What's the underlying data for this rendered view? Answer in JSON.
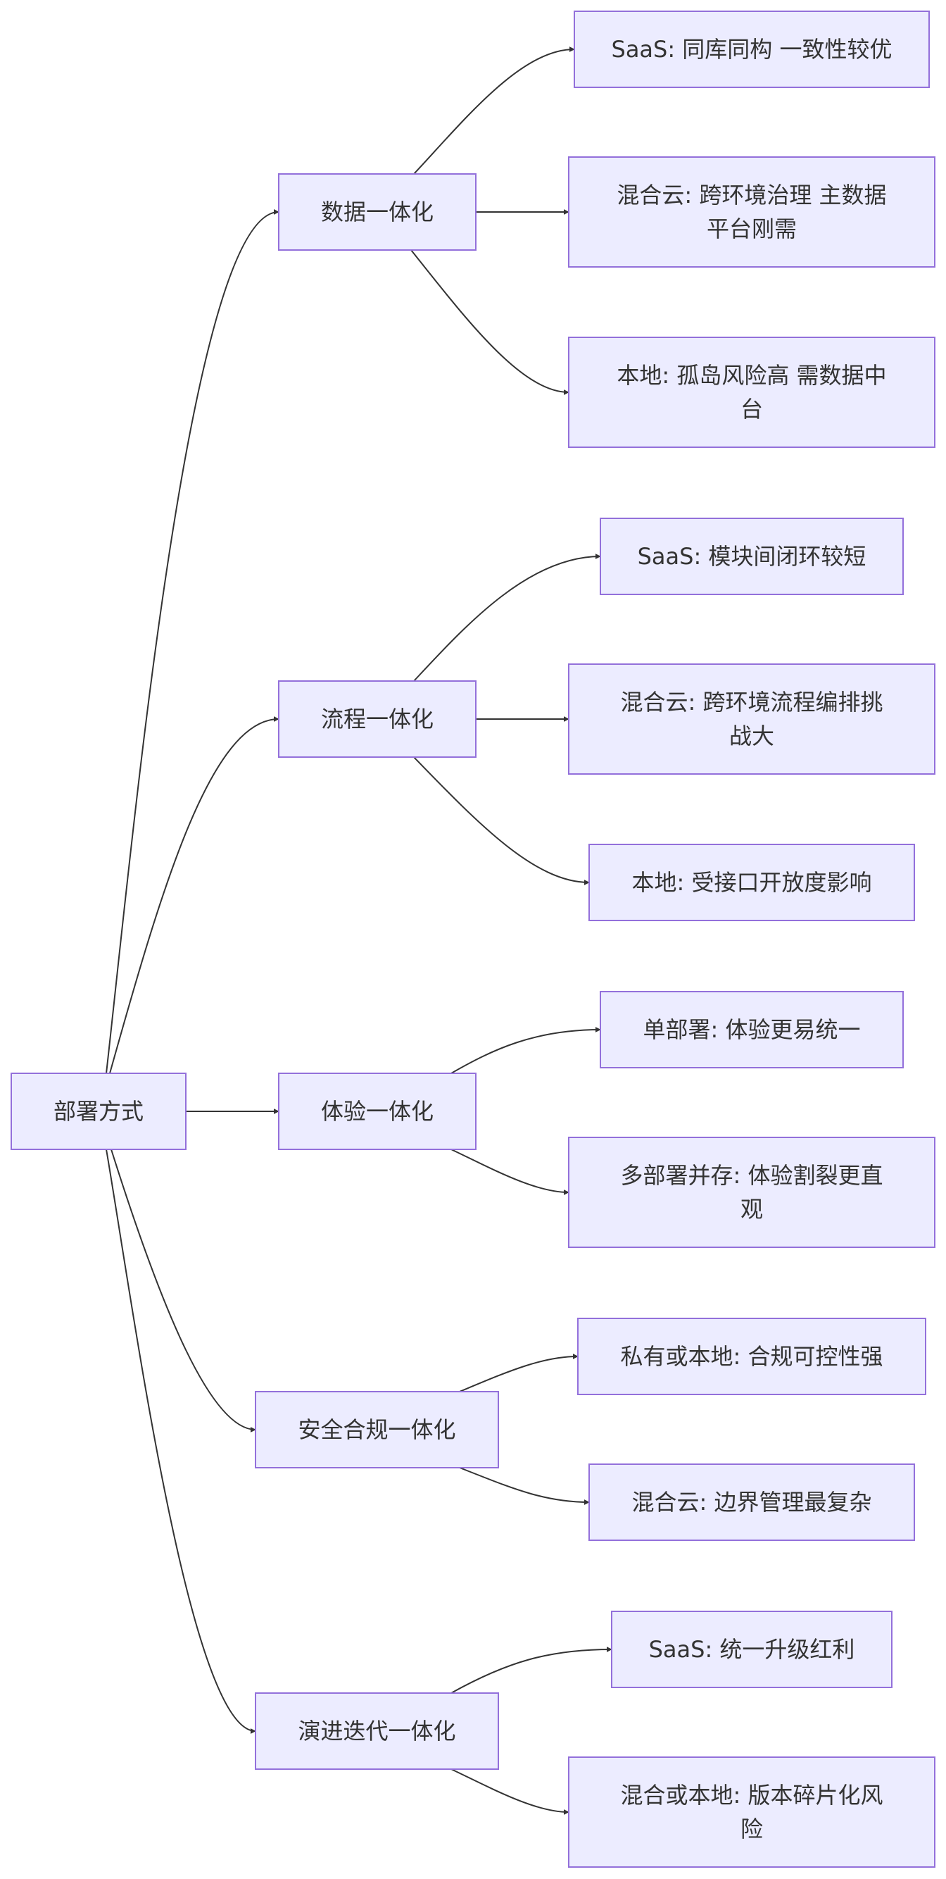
{
  "diagram": {
    "type": "flowchart-lr",
    "colors": {
      "node_fill": "#ececff",
      "node_stroke": "#9370db",
      "edge": "#333333",
      "text": "#333333"
    },
    "nodes": {
      "root": {
        "lines": [
          "部署方式"
        ]
      },
      "data": {
        "lines": [
          "数据一体化"
        ]
      },
      "d1": {
        "lines": [
          "SaaS: 同库同构 一致性较优"
        ]
      },
      "d2": {
        "lines": [
          "混合云: 跨环境治理 主数据",
          "平台刚需"
        ]
      },
      "d3": {
        "lines": [
          "本地: 孤岛风险高 需数据中",
          "台"
        ]
      },
      "proc": {
        "lines": [
          "流程一体化"
        ]
      },
      "p1": {
        "lines": [
          "SaaS: 模块间闭环较短"
        ]
      },
      "p2": {
        "lines": [
          "混合云: 跨环境流程编排挑",
          "战大"
        ]
      },
      "p3": {
        "lines": [
          "本地: 受接口开放度影响"
        ]
      },
      "exp": {
        "lines": [
          "体验一体化"
        ]
      },
      "e1": {
        "lines": [
          "单部署: 体验更易统一"
        ]
      },
      "e2": {
        "lines": [
          "多部署并存: 体验割裂更直",
          "观"
        ]
      },
      "sec": {
        "lines": [
          "安全合规一体化"
        ]
      },
      "s1": {
        "lines": [
          "私有或本地: 合规可控性强"
        ]
      },
      "s2": {
        "lines": [
          "混合云: 边界管理最复杂"
        ]
      },
      "evo": {
        "lines": [
          "演进迭代一体化"
        ]
      },
      "v1": {
        "lines": [
          "SaaS: 统一升级红利"
        ]
      },
      "v2": {
        "lines": [
          "混合或本地: 版本碎片化风",
          "险"
        ]
      }
    },
    "edges": [
      [
        "root",
        "data"
      ],
      [
        "root",
        "proc"
      ],
      [
        "root",
        "exp"
      ],
      [
        "root",
        "sec"
      ],
      [
        "root",
        "evo"
      ],
      [
        "data",
        "d1"
      ],
      [
        "data",
        "d2"
      ],
      [
        "data",
        "d3"
      ],
      [
        "proc",
        "p1"
      ],
      [
        "proc",
        "p2"
      ],
      [
        "proc",
        "p3"
      ],
      [
        "exp",
        "e1"
      ],
      [
        "exp",
        "e2"
      ],
      [
        "sec",
        "s1"
      ],
      [
        "sec",
        "s2"
      ],
      [
        "evo",
        "v1"
      ],
      [
        "evo",
        "v2"
      ]
    ]
  }
}
